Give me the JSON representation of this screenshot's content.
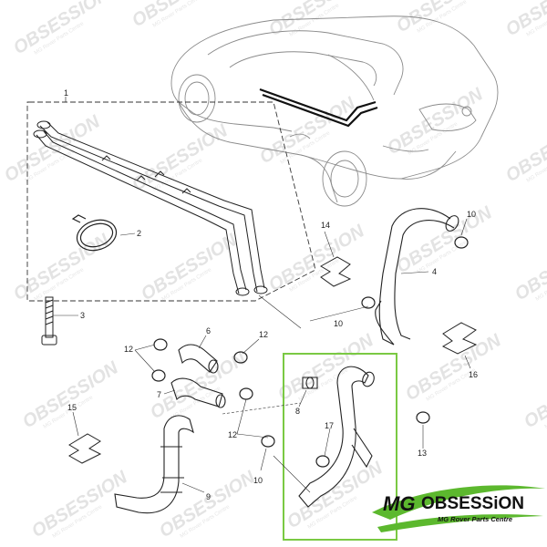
{
  "diagram": {
    "callouts": [
      "1",
      "2",
      "3",
      "4",
      "6",
      "7",
      "8",
      "9",
      "10",
      "10",
      "10",
      "10",
      "12",
      "12",
      "12",
      "12",
      "13",
      "14",
      "15",
      "16",
      "17"
    ]
  },
  "watermark": {
    "brand": "OBSESSION",
    "tagline": "MG Rover Parts Centre"
  },
  "logo": {
    "mark": "MG",
    "name": "OBSESSiON",
    "tagline": "MG Rover Parts Centre",
    "colors": {
      "green": "#5cb82e",
      "black": "#111111"
    }
  },
  "highlight": {
    "color": "#7ac943"
  }
}
